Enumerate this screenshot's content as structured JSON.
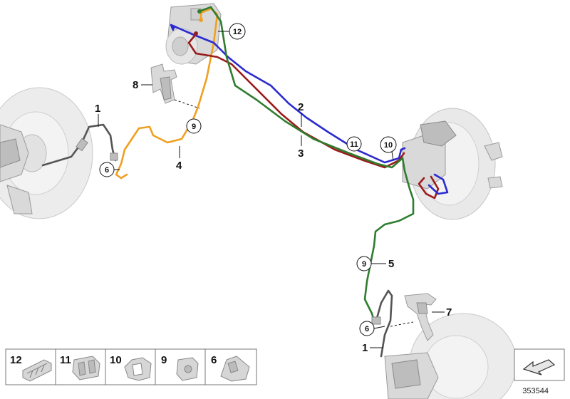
{
  "colors": {
    "pipe_blue": "#2a2ad0",
    "pipe_red": "#9a1b1b",
    "pipe_green": "#2f7d2f",
    "pipe_orange": "#f0a020",
    "hose_gray": "#555555",
    "part_gray": "#d9d9d9"
  },
  "callouts": {
    "c1_top": "1",
    "c1_bottom": "1",
    "c2": "2",
    "c3": "3",
    "c4": "4",
    "c5": "5",
    "c7": "7",
    "c8": "8",
    "c6_left": "6",
    "c6_lower": "6",
    "c9_upper": "9",
    "c9_lower": "9",
    "c10": "10",
    "c11": "11",
    "c12": "12"
  },
  "parts_table": [
    {
      "num": "12",
      "icon": "clip-multi-icon"
    },
    {
      "num": "11",
      "icon": "clip-double-icon"
    },
    {
      "num": "10",
      "icon": "clip-bracket-icon"
    },
    {
      "num": "9",
      "icon": "clip-single-icon"
    },
    {
      "num": "6",
      "icon": "bracket-plate-icon"
    }
  ],
  "diagram_id": "353544",
  "nav_icon": "arrow-left-icon"
}
